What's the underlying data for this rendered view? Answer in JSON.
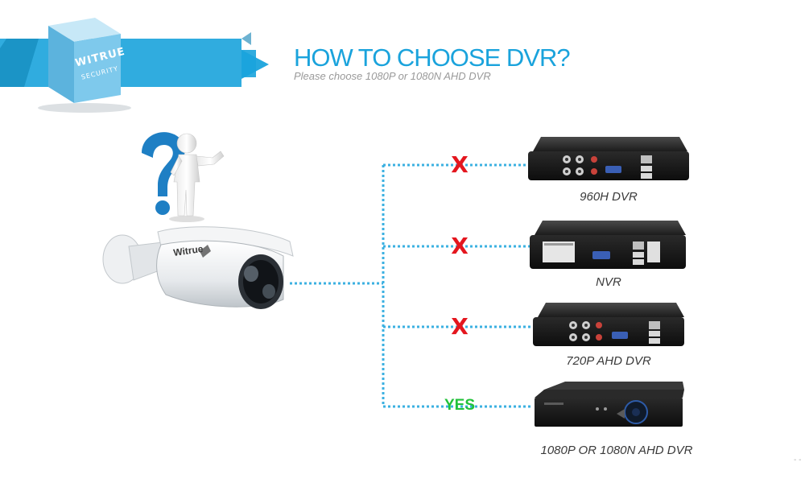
{
  "brand": {
    "name": "WITRUE",
    "sub": "SECURITY",
    "colors": {
      "box_front": "#7ec9ec",
      "box_top": "#b9e2f5",
      "ribbon": "#1aa3dc"
    }
  },
  "headline": {
    "title": "HOW TO CHOOSE DVR?",
    "subtitle": "Please choose 1080P or 1080N AHD DVR"
  },
  "camera": {
    "logo": "Witrue",
    "icon": "bullet-camera-icon"
  },
  "question_figure": {
    "icon": "question-mark-person-icon"
  },
  "options": [
    {
      "label": "960H DVR",
      "status": "no",
      "status_text": "X"
    },
    {
      "label": "NVR",
      "status": "no",
      "status_text": "X"
    },
    {
      "label": "720P AHD DVR",
      "status": "no",
      "status_text": "X"
    },
    {
      "label": "1080P OR 1080N AHD DVR",
      "status": "yes",
      "status_text": "YES"
    }
  ],
  "colors": {
    "connector": "#1aa3dc",
    "reject": "#e4161e",
    "accept": "#22c23a",
    "accent": "#1aa3dc"
  },
  "corner_mark": "- -"
}
